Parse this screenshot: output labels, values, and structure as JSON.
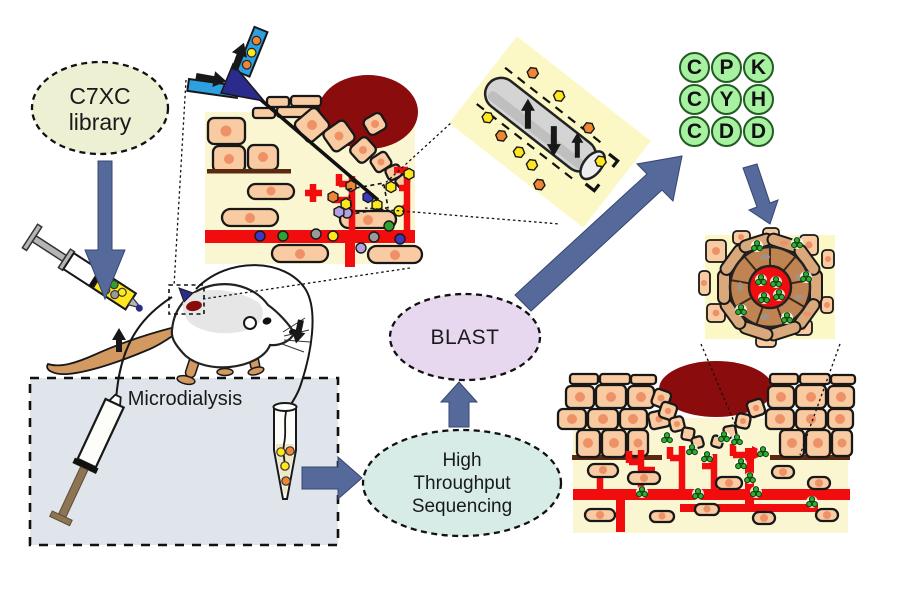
{
  "figure": {
    "nodes": {
      "library": {
        "line1": "C7XC",
        "line2": "library"
      },
      "microdialysis": {
        "label": "Microdialysis"
      },
      "sequencing": {
        "line1": "High",
        "line2": "Throughput",
        "line3": "Sequencing"
      },
      "blast": {
        "label": "BLAST"
      }
    },
    "peptides": {
      "rows": [
        [
          "C",
          "P",
          "K"
        ],
        [
          "C",
          "Y",
          "H"
        ],
        [
          "C",
          "D",
          "D"
        ]
      ]
    },
    "icons": [
      "library-syringe-icon",
      "pump-syringe-icon",
      "mouse-icon",
      "collection-tube-icon",
      "microdialysis-probe-icon",
      "skin-tissue-icon",
      "probe-membrane-icon",
      "vessel-cross-section-icon",
      "wound-tissue-icon",
      "flow-arrow-icon",
      "phage-hexagon-icon",
      "peptide-trefoil-icon"
    ],
    "colors": {
      "flow_arrow": "#56699b",
      "library_fill": "#eef0d3",
      "microdialysis_fill": "#dfe5eb",
      "blast_fill": "#e8d8ef",
      "sequencing_fill": "#d7ece7",
      "peptide_circle": "#a6f2a0",
      "tissue_background": "#faf6d2",
      "cell_fill": "#f8cba2",
      "cell_nucleus": "#ef9166",
      "blood_vessel": "#f10d0d",
      "wound": "#8b0c0c",
      "probe_blue": "#2e9fe0",
      "phage_orange": "#ef8634",
      "phage_yellow": "#ffe71e",
      "peptide_green": "#2faf2f"
    }
  }
}
